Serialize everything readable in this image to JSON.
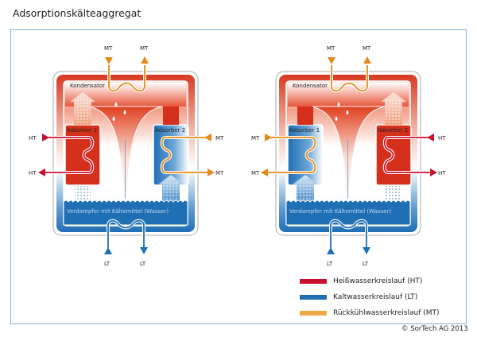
{
  "title": "Adsorptionskälteaggregat",
  "colors": {
    "ht": "#c8102e",
    "lt": "#1f6fb5",
    "mt": "#f0a848",
    "mt_pipe": "#e38a1b"
  },
  "units": [
    {
      "condenser": "Kondensator",
      "adsorber1": "Adsorber 1",
      "adsorber2": "Adsorber 2",
      "evaporator": "Verdampfer mit Kältemittel (Wasser)",
      "top_labels": [
        "MT",
        "MT"
      ],
      "left_labels": [
        "HT",
        "HT"
      ],
      "right_labels": [
        "MT",
        "MT"
      ],
      "bottom_labels": [
        "LT",
        "LT"
      ],
      "hot_adsorber": 1
    },
    {
      "condenser": "Kondensator",
      "adsorber1": "Adsorber 1",
      "adsorber2": "Adsorber 2",
      "evaporator": "Verdampfer mit Kältemittel (Wasser)",
      "top_labels": [
        "MT",
        "MT"
      ],
      "left_labels": [
        "MT",
        "MT"
      ],
      "right_labels": [
        "HT",
        "HT"
      ],
      "bottom_labels": [
        "LT",
        "LT"
      ],
      "hot_adsorber": 2
    }
  ],
  "legend": [
    {
      "label": "Heißwasserkreislauf (HT)",
      "color": "#c8102e"
    },
    {
      "label": "Kaltwasserkreislauf (LT)",
      "color": "#1f6fb5"
    },
    {
      "label": "Rückkühlwasserkreislauf (MT)",
      "color": "#f0a848"
    }
  ],
  "copyright": "© SorTech AG 2013"
}
